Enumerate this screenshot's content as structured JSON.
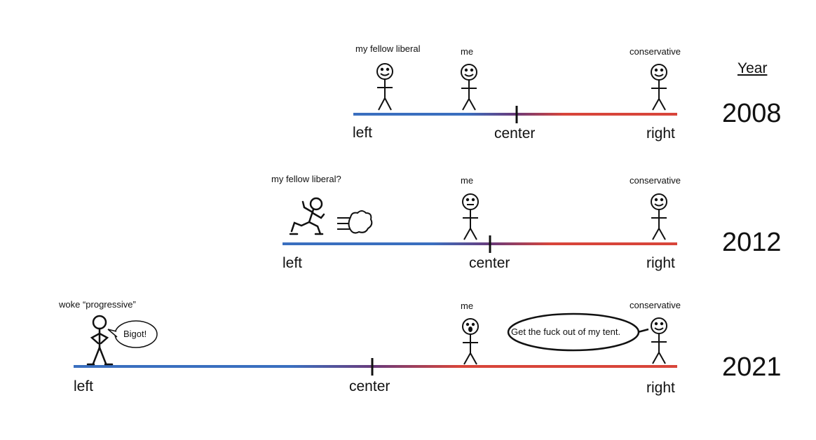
{
  "header": {
    "year_label": "Year"
  },
  "rows": [
    {
      "year": "2008",
      "axis": {
        "left": "left",
        "center": "center",
        "right": "right"
      },
      "figures": {
        "left": "my fellow liberal",
        "me": "me",
        "right": "conservative"
      }
    },
    {
      "year": "2012",
      "axis": {
        "left": "left",
        "center": "center",
        "right": "right"
      },
      "figures": {
        "left": "my fellow liberal?",
        "me": "me",
        "right": "conservative"
      }
    },
    {
      "year": "2021",
      "axis": {
        "left": "left",
        "center": "center",
        "right": "right"
      },
      "figures": {
        "left": "woke “progressive”",
        "me": "me",
        "right": "conservative"
      },
      "bubbles": {
        "left": "Bigot!",
        "right": "Get the fuck out of my tent."
      }
    }
  ],
  "colors": {
    "left": "#3a6fbf",
    "mid": "#6b3a7a",
    "right": "#d8453a"
  }
}
